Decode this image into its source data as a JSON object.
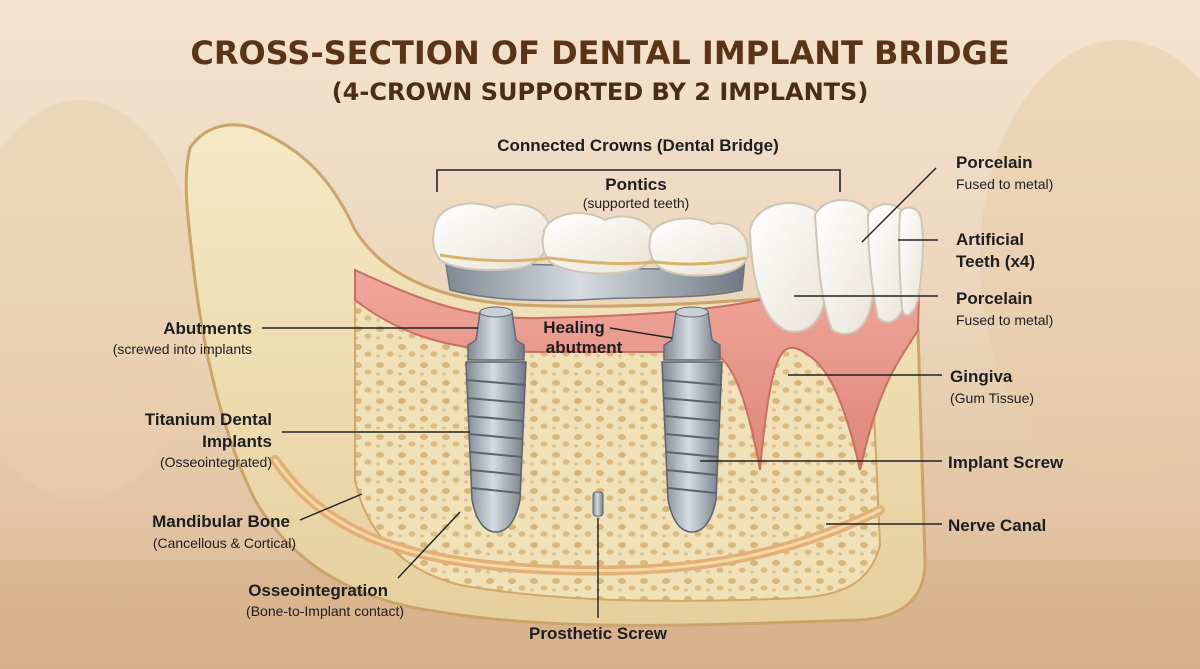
{
  "title": {
    "line1": "CROSS-SECTION OF DENTAL IMPLANT BRIDGE",
    "line2": "(4-CROWN SUPPORTED BY 2 IMPLANTS)"
  },
  "colors": {
    "title": "#5a3418",
    "label": "#1e1e1e",
    "bone": "#f0dfb4",
    "gum": "#e8958a",
    "metal": "#a9b1bb",
    "tooth": "#fbf8f1"
  },
  "labels": {
    "bridge": "Connected Crowns (Dental Bridge)",
    "pontics": "Pontics",
    "pontics_sub": "(supported teeth)",
    "porcelain_top": "Porcelain",
    "porcelain_top_sub": "Fused to metal)",
    "artificial_l1": "Artificial",
    "artificial_l2": "Teeth (x4)",
    "porcelain_mid": "Porcelain",
    "porcelain_mid_sub": "Fused to metal)",
    "gingiva": "Gingiva",
    "gingiva_sub": "(Gum Tissue)",
    "implant_screw": "Implant Screw",
    "nerve_canal": "Nerve Canal",
    "abutments": "Abutments",
    "abutments_sub": "(screwed into implants",
    "healing_l1": "Healing",
    "healing_l2": "abutment",
    "titanium_l1": "Titanium Dental",
    "titanium_l2": "Implants",
    "titanium_sub": "(Osseointegrated)",
    "mandibular": "Mandibular Bone",
    "mandibular_sub": "(Cancellous & Cortical)",
    "osseo": "Osseointegration",
    "osseo_sub": "(Bone-to-Implant contact)",
    "prosthetic": "Prosthetic Screw"
  }
}
